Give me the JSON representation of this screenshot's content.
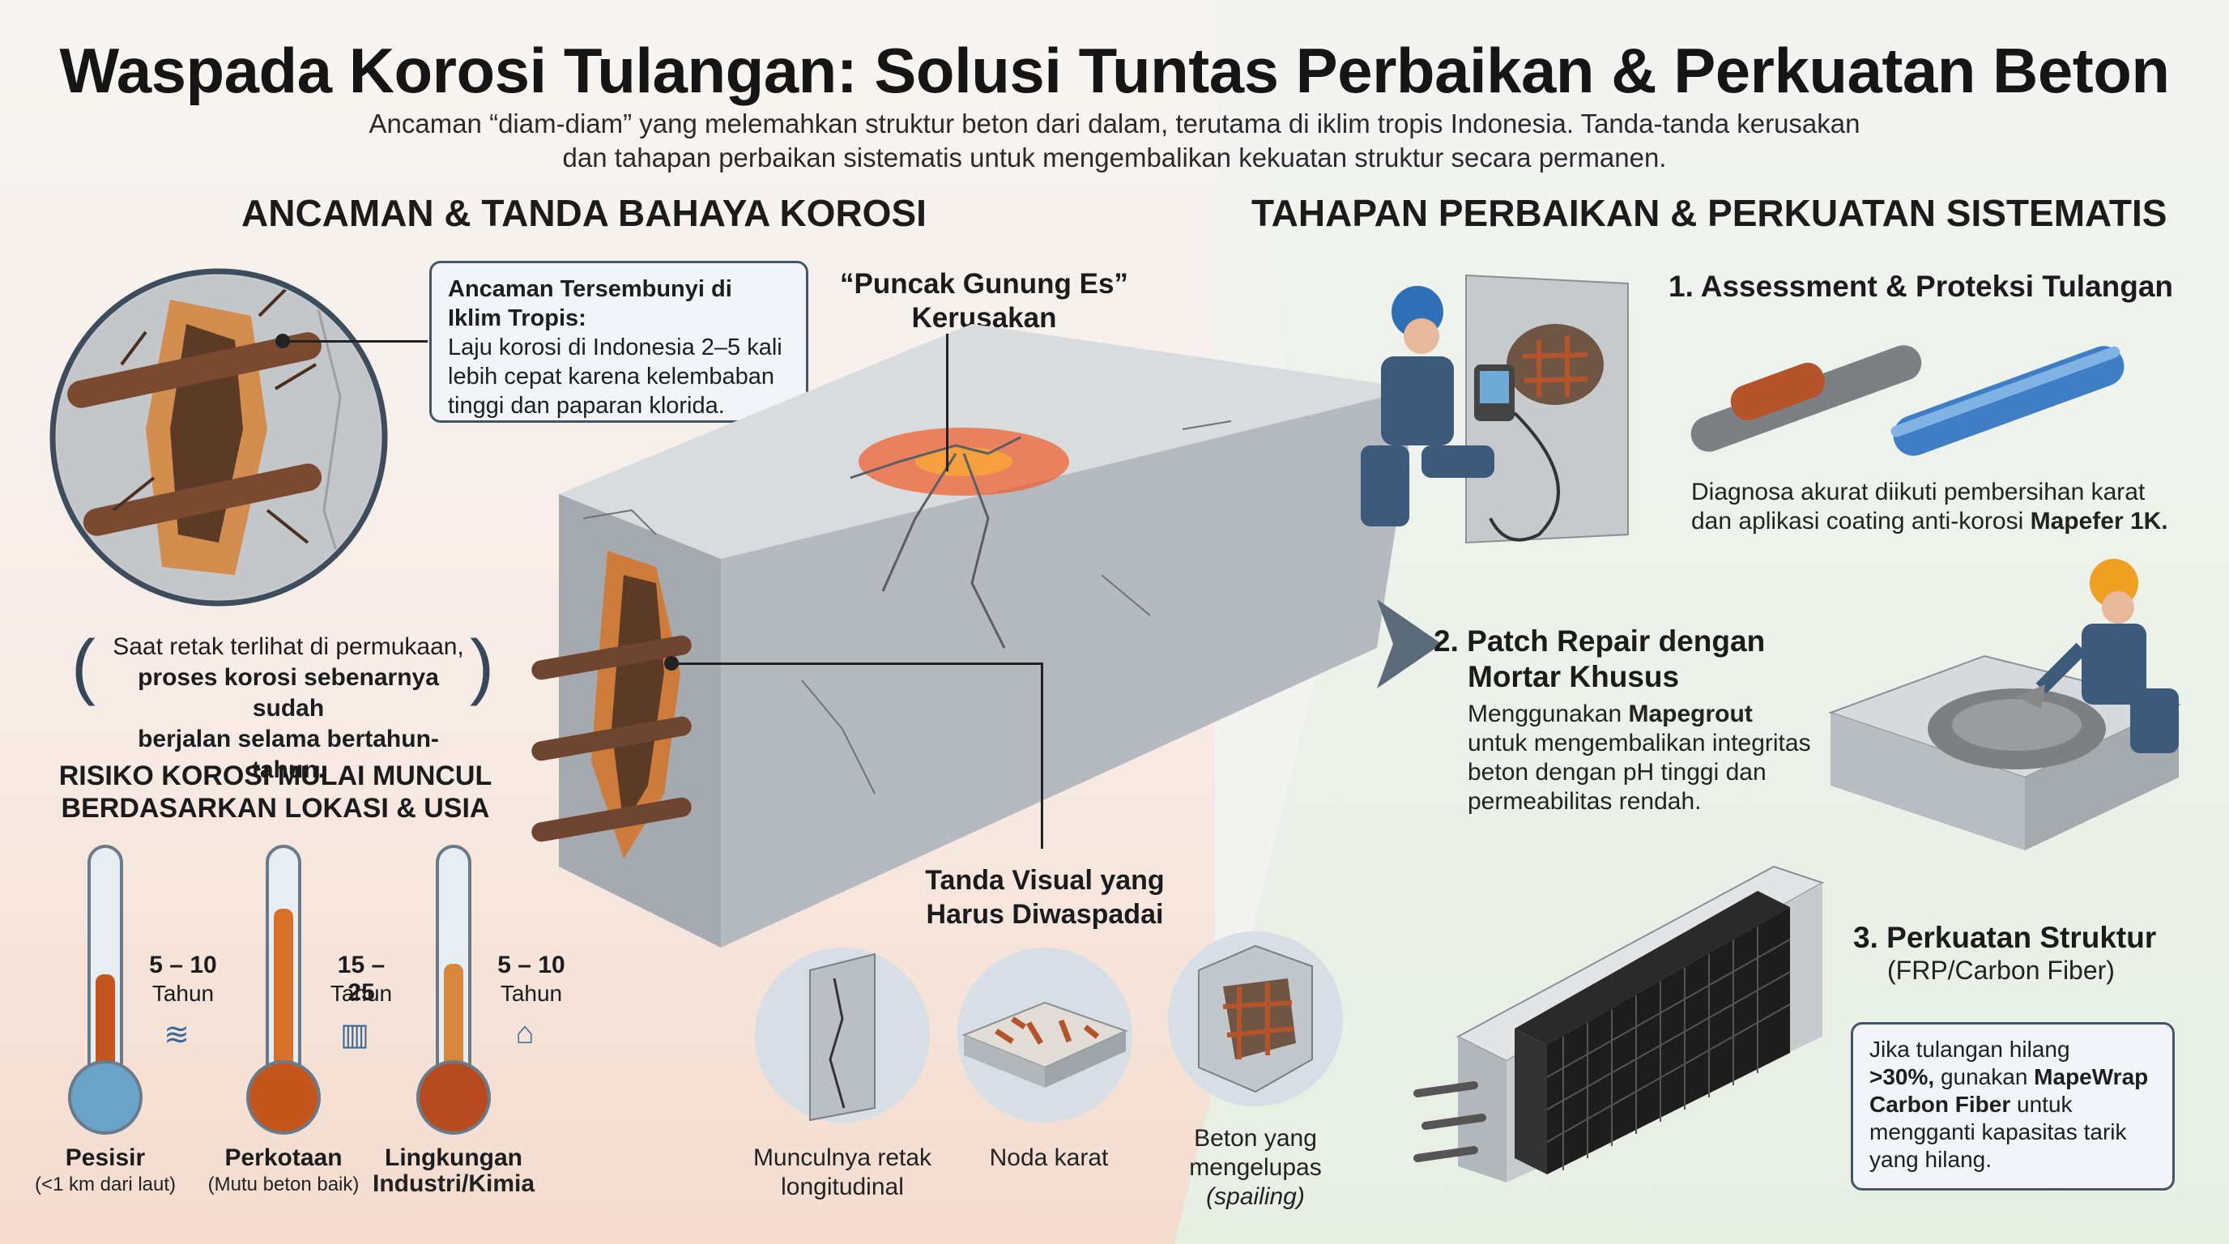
{
  "header": {
    "title": "Waspada Korosi Tulangan: Solusi Tuntas Perbaikan & Perkuatan Beton",
    "subtitle_line1": "Ancaman “diam-diam” yang melemahkan struktur beton dari dalam, terutama di iklim tropis Indonesia. Tanda-tanda kerusakan",
    "subtitle_line2": "dan tahapan perbaikan sistematis untuk mengembalikan kekuatan struktur secara permanen."
  },
  "left": {
    "heading": "ANCAMAN & TANDA BAHAYA KOROSI",
    "hidden_threat": {
      "title_line1": "Ancaman Tersembunyi di",
      "title_line2": "Iklim Tropis:",
      "text_line1": "Laju korosi di Indonesia 2–5 kali",
      "text_line2": "lebih cepat karena kelembaban",
      "text_line3": "tinggi dan paparan klorida."
    },
    "iceberg_line1": "“Puncak Gunung Es”",
    "iceberg_line2": "Kerusakan",
    "quote_line1": "Saat retak terlihat di permukaan,",
    "quote_line2": "proses korosi sebenarnya sudah",
    "quote_line3": "berjalan selama bertahun-tahun.",
    "risk_heading_line1": "RISIKO KOROSI MULAI MUNCUL",
    "risk_heading_line2": "BERDASARKAN LOKASI & USIA",
    "thermometers": [
      {
        "range": "5 – 10",
        "unit": "Tahun",
        "name": "Pesisir",
        "note": "(<1 km dari laut)",
        "level": 0.45,
        "icon": "waves-icon"
      },
      {
        "range": "15 – 25",
        "unit": "Tahun",
        "name": "Perkotaan",
        "note": "(Mutu beton baik)",
        "level": 0.75,
        "icon": "city-icon"
      },
      {
        "range": "5 – 10",
        "unit": "Tahun",
        "name": "Lingkungan",
        "note": "Industri/Kimia",
        "level": 0.5,
        "icon": "factory-icon"
      }
    ],
    "visual_signs_line1": "Tanda Visual yang",
    "visual_signs_line2": "Harus Diwaspadai",
    "signs": [
      {
        "line1": "Munculnya retak",
        "line2": "longitudinal",
        "line3": ""
      },
      {
        "line1": "Noda karat",
        "line2": "",
        "line3": ""
      },
      {
        "line1": "Beton yang",
        "line2": "mengelupas",
        "line3": "(spailing)"
      }
    ]
  },
  "right": {
    "heading": "TAHAPAN PERBAIKAN & PERKUATAN SISTEMATIS",
    "step1": {
      "title": "1. Assessment & Proteksi Tulangan",
      "text_line1": "Diagnosa akurat diikuti pembersihan karat",
      "text_line2_prefix": "dan aplikasi coating anti-korosi",
      "text_line2_bold": "Mapefer 1K."
    },
    "step2": {
      "title_line1": "2. Patch Repair dengan",
      "title_line2": "Mortar Khusus",
      "text_line1_prefix": "Menggunakan",
      "text_line1_bold": "Mapegrout",
      "text_line2": "untuk mengembalikan integritas",
      "text_line3": "beton dengan pH tinggi dan",
      "text_line4": "permeabilitas rendah."
    },
    "step3": {
      "title": "3. Perkuatan Struktur",
      "subtitle": "(FRP/Carbon Fiber)",
      "box_line1": "Jika tulangan hilang",
      "box_line2_bold": ">30%,",
      "box_line2_rest": "gunakan",
      "box_line2_bold2": "MapeWrap",
      "box_line3_bold": "Carbon Fiber",
      "box_line3_rest": "untuk",
      "box_line4": "mengganti kapasitas tarik",
      "box_line5": "yang hilang."
    }
  },
  "colors": {
    "rust": "#c4551d",
    "concrete": "#b9bfc4",
    "box_border": "#44566a",
    "accent_blue": "#2f6fb6",
    "worker_blue": "#3d5a7a"
  }
}
